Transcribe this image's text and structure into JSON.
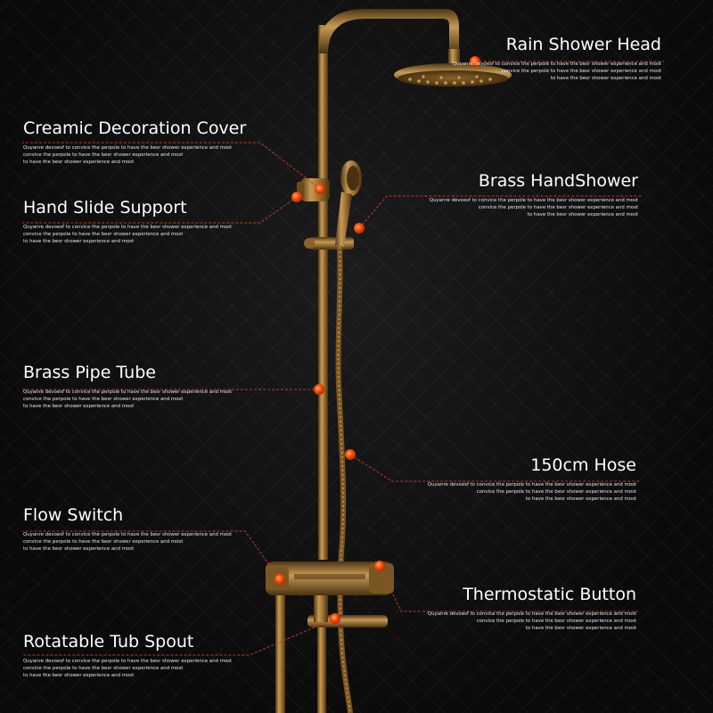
{
  "colors": {
    "background": "#0d0d0d",
    "brass": "#a87d3e",
    "brass_dark": "#5c3f17",
    "marker": "#ff4d00",
    "leader_line": "#c0392b",
    "text": "#ffffff"
  },
  "features": [
    {
      "id": "rain-shower-head",
      "title": "Rain Shower Head",
      "desc": [
        "Quyanre devoesf to convice the perpole to have the besr shower experience and most",
        "convice the perpole to have the besr shower experience and most",
        "to have the besr shower experience and most"
      ]
    },
    {
      "id": "creamic-decoration-cover",
      "title": "Creamic Decoration Cover",
      "desc": [
        "Quyanre devoesf to convice the perpole to have the besr shower experience and most",
        "convice the perpole to have the besr shower experience and most",
        "to have the besr shower experience and most"
      ]
    },
    {
      "id": "brass-handshower",
      "title": "Brass HandShower",
      "desc": [
        "Quyanre devoesf to convice the perpole to have the besr shower experience and most",
        "convice the perpole to have the besr shower experience and most",
        "to have the besr shower experience and most"
      ]
    },
    {
      "id": "hand-slide-support",
      "title": "Hand Slide Support",
      "desc": [
        "Quyanre devoesf to convice the perpole to have the besr shower experience and most",
        "convice the perpole to have the besr shower experience and most",
        "to have the besr shower experience and most"
      ]
    },
    {
      "id": "brass-pipe-tube",
      "title": "Brass Pipe Tube",
      "desc": [
        "Quyanre devoesf to convice the perpole to have the besr shower experience and most",
        "convice the perpole to have the besr shower experience and most",
        "to have the besr shower experience and most"
      ]
    },
    {
      "id": "150cm-hose",
      "title": "150cm Hose",
      "desc": [
        "Quyanre devoesf to convice the perpole to have the besr shower experience and most",
        "convice the perpole to have the besr shower experience and most",
        "to have the besr shower experience and most"
      ]
    },
    {
      "id": "flow-switch",
      "title": "Flow Switch",
      "desc": [
        "Quyanre devoesf to convice the perpole to have the besr shower experience and most",
        "convice the perpole to have the besr shower experience and most",
        "to have the besr shower experience and most"
      ]
    },
    {
      "id": "thermostatic-button",
      "title": "Thermostatic Button",
      "desc": [
        "Quyanre devoesf to convice the perpole to have the besr shower experience and most",
        "convice the perpole to have the besr shower experience and most",
        "to have the besr shower experience and most"
      ]
    },
    {
      "id": "rotatable-tub-spout",
      "title": "Rotatable Tub Spout",
      "desc": [
        "Quyanre devoesf to convice the perpole to have the besr shower experience and most",
        "convice the perpole to have the besr shower experience and most",
        "to have the besr shower experience and most"
      ]
    }
  ]
}
